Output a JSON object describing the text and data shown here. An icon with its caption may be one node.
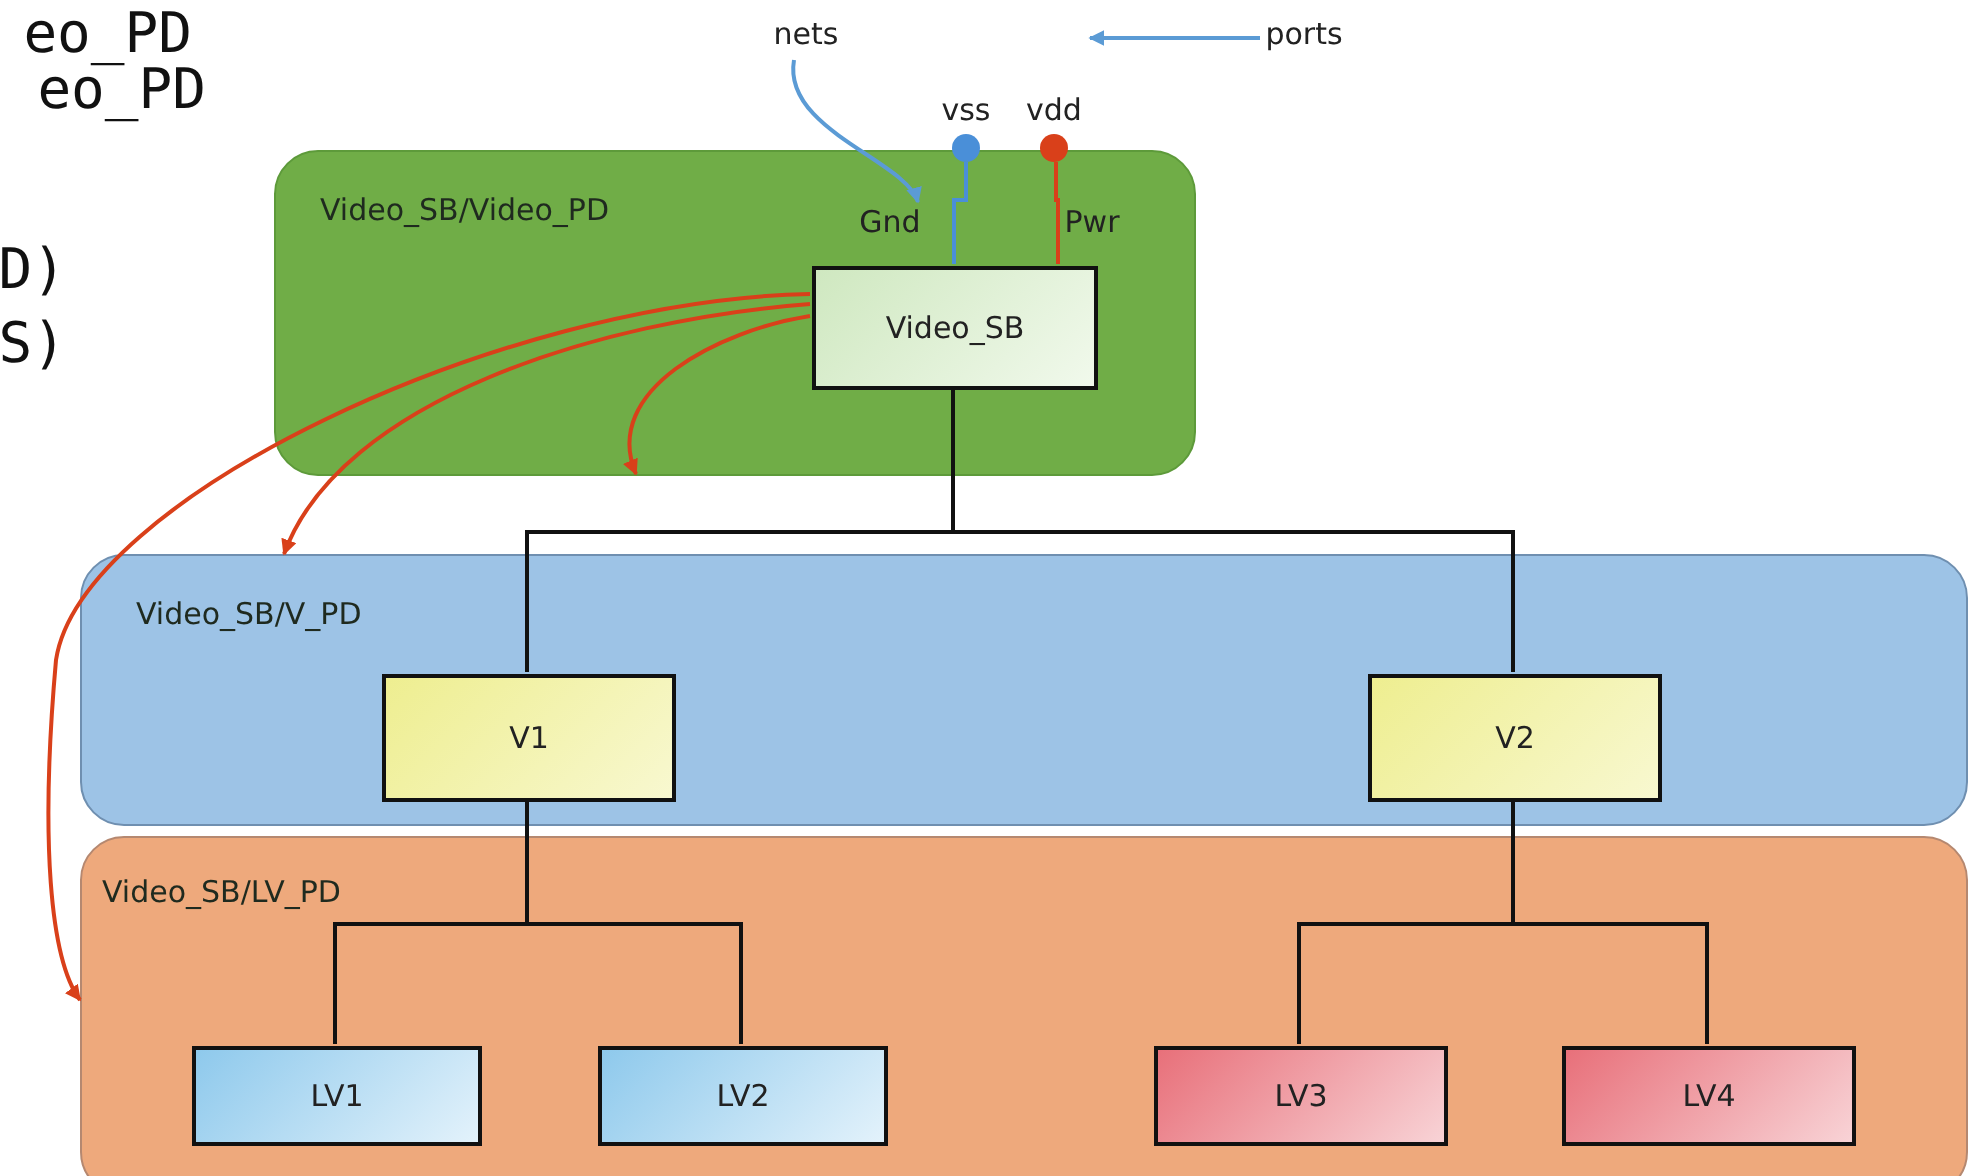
{
  "diagram": {
    "nodes": [
      {
        "text": [
          "Video_SB/Video_PD"
        ]
      },
      {
        "text": [
          "Video_SB"
        ],
        "in": 0
      },
      {
        "text": [
          "Video_SB/V_PD"
        ]
      },
      {
        "text": [
          "V1"
        ],
        "in": 2
      },
      {
        "text": [
          "V2"
        ],
        "in": 2
      },
      {
        "text": [
          "Video_SB/LV_PD"
        ]
      },
      {
        "text": [
          "LV1"
        ],
        "in": 5
      },
      {
        "text": [
          "LV2"
        ],
        "in": 5
      },
      {
        "text": [
          "LV3"
        ],
        "in": 5
      },
      {
        "text": [
          "LV4"
        ],
        "in": 5
      },
      {
        "text": [
          "nets"
        ]
      },
      {
        "text": [
          "ports"
        ]
      },
      {
        "text": [
          "vss"
        ]
      },
      {
        "text": [
          "vdd"
        ]
      },
      {
        "text": [
          "Gnd"
        ],
        "in": 0
      },
      {
        "text": [
          "Pwr"
        ],
        "in": 0
      }
    ],
    "edges": [
      {
        "from": 1,
        "to": 3,
        "arrow": "none"
      },
      {
        "from": 1,
        "to": 4,
        "arrow": "none"
      },
      {
        "from": 3,
        "to": 6,
        "arrow": "none"
      },
      {
        "from": 3,
        "to": 7,
        "arrow": "none"
      },
      {
        "from": 4,
        "to": 8,
        "arrow": "none"
      },
      {
        "from": 4,
        "to": 9,
        "arrow": "none"
      },
      {
        "from": 1,
        "to": 0,
        "arrow": "to",
        "color": "#d9401a"
      },
      {
        "from": 1,
        "to": 2,
        "arrow": "to",
        "color": "#d9401a"
      },
      {
        "from": 1,
        "to": 5,
        "arrow": "to",
        "color": "#d9401a"
      },
      {
        "from": 12,
        "to": 1,
        "arrow": "none",
        "color": "#4a8fd8"
      },
      {
        "from": 13,
        "to": 1,
        "arrow": "none",
        "color": "#d9401a"
      },
      {
        "from": 10,
        "to": 14,
        "arrow": "to",
        "color": "#5b9bd5"
      },
      {
        "from": 11,
        "to": 13,
        "arrow": "to",
        "color": "#5b9bd5"
      }
    ],
    "labels": [
      "eo_PD",
      "eo_PD",
      "D)",
      "S)"
    ]
  }
}
